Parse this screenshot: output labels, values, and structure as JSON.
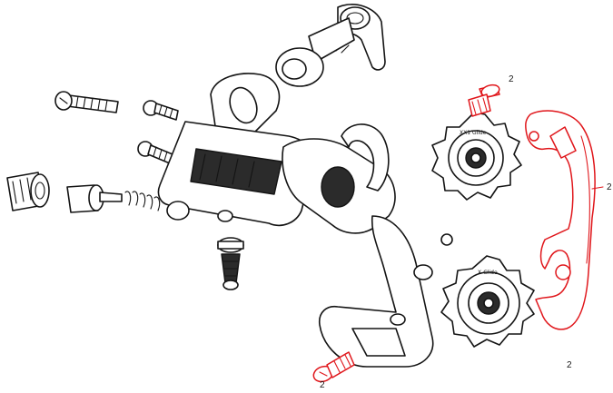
{
  "colors": {
    "accent": "#e0161b",
    "line": "#141414",
    "background": "#ffffff"
  },
  "callouts": {
    "top_bolt": "2",
    "cage_plate": "2",
    "outer_plate": "2",
    "bottom_bolt": "2"
  },
  "pulleys": {
    "upper_brand": "XX1 Glide",
    "lower_brand": "X-Glide"
  }
}
